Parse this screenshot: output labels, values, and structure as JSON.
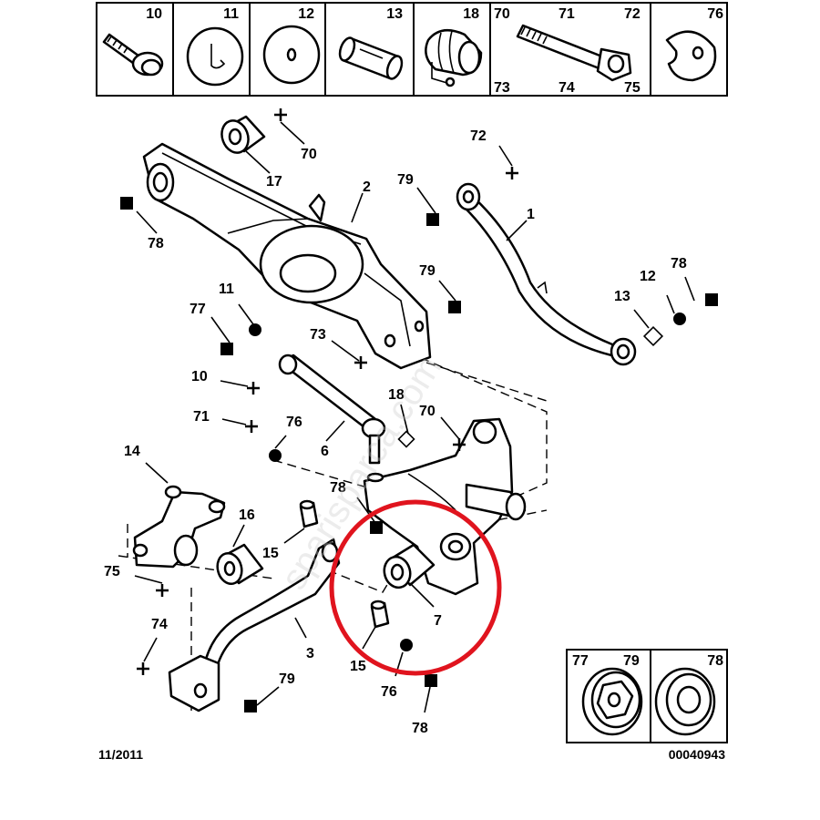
{
  "header": {
    "cells": [
      {
        "labels": [
          "10"
        ],
        "icon": "bolt-icon"
      },
      {
        "labels": [
          "11"
        ],
        "icon": "slotted-washer-icon"
      },
      {
        "labels": [
          "12"
        ],
        "icon": "washer-icon"
      },
      {
        "labels": [
          "13"
        ],
        "icon": "spacer-sleeve-icon"
      },
      {
        "labels": [
          "18"
        ],
        "icon": "rubber-boot-icon"
      },
      {
        "labels": [
          "70",
          "71",
          "72",
          "73",
          "74",
          "75"
        ],
        "icon": "long-bolt-icon"
      },
      {
        "labels": [
          "76"
        ],
        "icon": "cam-washer-icon"
      }
    ]
  },
  "callouts": {
    "c2": "2",
    "c1": "1",
    "c70a": "70",
    "c17": "17",
    "c78a": "78",
    "c72": "72",
    "c79a": "79",
    "c79b": "79",
    "c78b": "78",
    "c12": "12",
    "c13": "13",
    "c77": "77",
    "c11": "11",
    "c73": "73",
    "c10": "10",
    "c18": "18",
    "c70b": "70",
    "c71": "71",
    "c76a": "76",
    "c6": "6",
    "c14": "14",
    "c16": "16",
    "c78c": "78",
    "c15a": "15",
    "c75": "75",
    "c7": "7",
    "c74": "74",
    "c3": "3",
    "c15b": "15",
    "c76b": "76",
    "c79c": "79",
    "c78d": "78"
  },
  "inset": {
    "labels": [
      "77",
      "79",
      "78"
    ],
    "icon": "flange-nut-icon"
  },
  "footer": {
    "date": "11/2011",
    "code": "00040943"
  },
  "watermark": "sparisparca.com",
  "highlight_color": "#e0141e"
}
